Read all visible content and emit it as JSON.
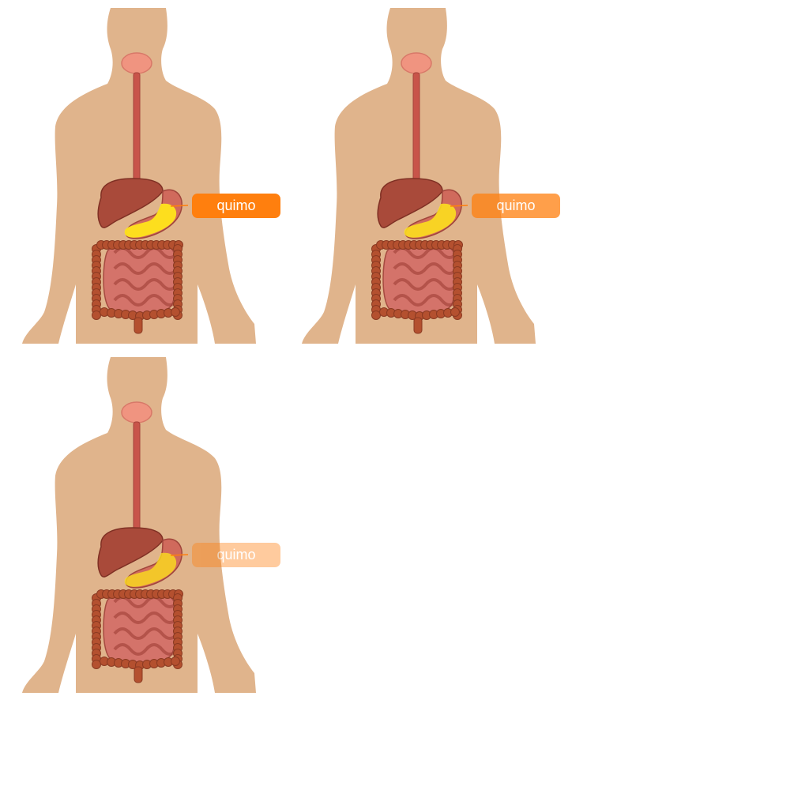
{
  "frames": [
    {
      "label": "quimo",
      "label_opacity": 1.0,
      "chyme_opacity": 0.95
    },
    {
      "label": "quimo",
      "label_opacity": 0.75,
      "chyme_opacity": 0.85
    },
    {
      "label": "quimo",
      "label_opacity": 0.4,
      "chyme_opacity": 0.75
    }
  ],
  "colors": {
    "skin": "#E0B48C",
    "mouth": "#F09480",
    "esophagus": "#C8544A",
    "liver": "#A94A3A",
    "stomach": "#D06A5C",
    "intestine": "#D4736A",
    "colon": "#B4502F",
    "chyme": "#FFE51A",
    "label_bg": "#FF7F0E"
  }
}
